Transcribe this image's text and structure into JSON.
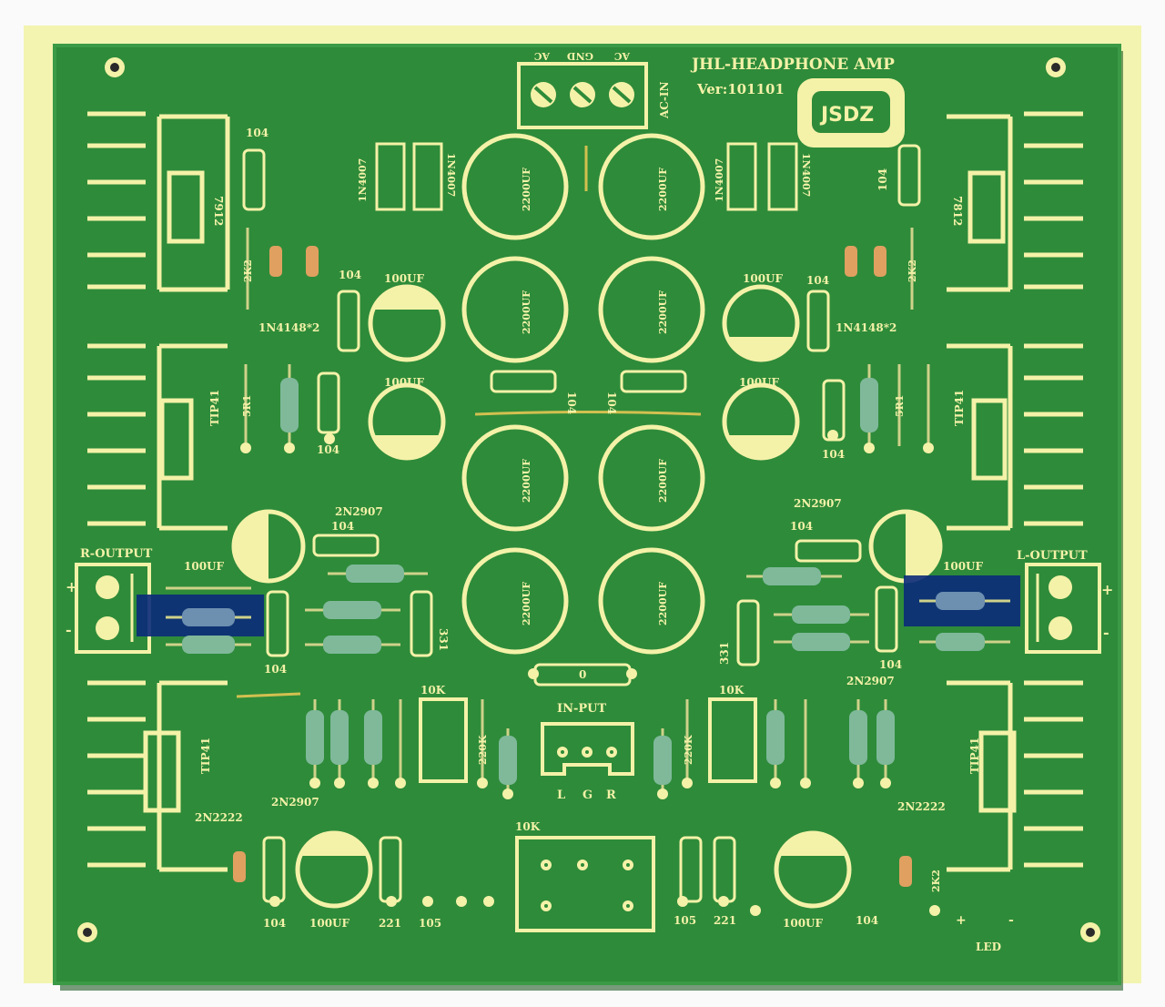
{
  "board": {
    "title": "JHL-HEADPHONE AMP",
    "version": "Ver:101101",
    "logo": "JSDZ",
    "colors": {
      "backing": "#f2f4b0",
      "pcb": "#2e8b3a",
      "pcb_dark": "#257a30",
      "silk": "#f4f2a8",
      "highlight": "#0b2a7a"
    }
  },
  "labels": {
    "ac_left": "AC",
    "gnd": "GND",
    "ac_right": "AC",
    "ac_in": "AC-IN",
    "r_output": "R-OUTPUT",
    "l_output": "L-OUTPUT",
    "in_put": "IN-PUT",
    "l": "L",
    "g": "G",
    "r": "R",
    "led": "LED",
    "plus": "+",
    "minus": "-"
  },
  "parts": {
    "v7912": "7912",
    "v7812": "7812",
    "tip41": "TIP41",
    "n2907": "2N2907",
    "n2222": "2N2222",
    "d1n4007": "1N4007",
    "d1n4148": "1N4148*2",
    "c2200": "2200UF",
    "c100": "100UF",
    "c104": "104",
    "c221": "221",
    "c105": "105",
    "c331": "331",
    "r2k2": "2K2",
    "r5r1": "5R1",
    "r220k": "220K",
    "r0": "0",
    "pot10k": "10K"
  }
}
